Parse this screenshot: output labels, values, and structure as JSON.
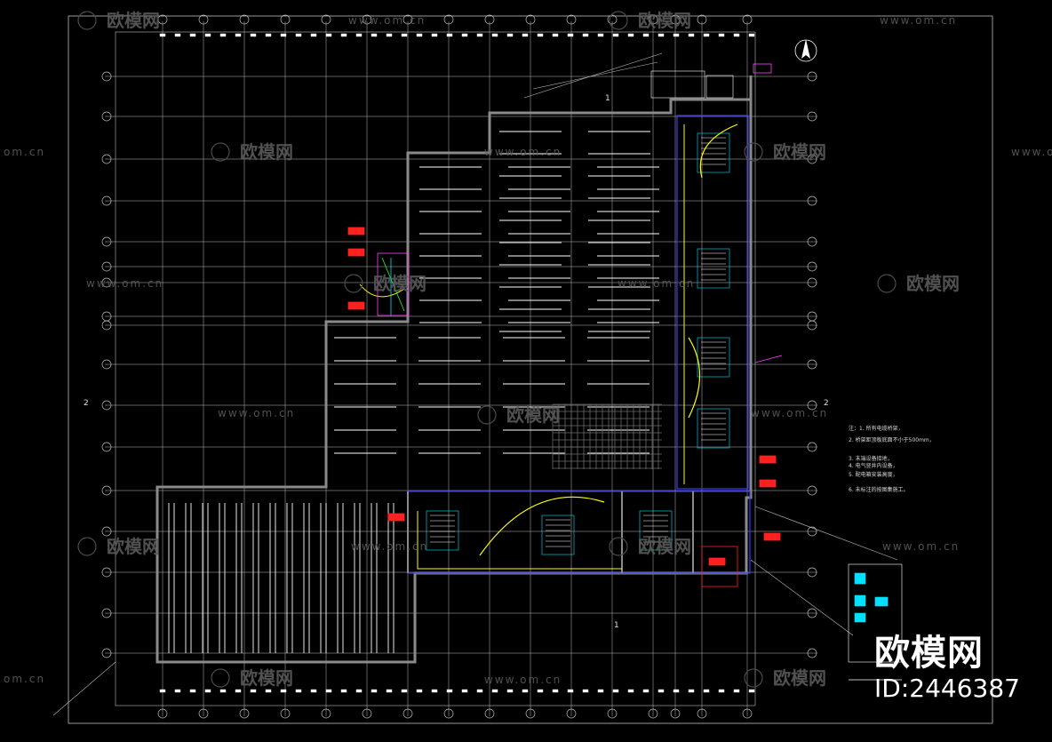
{
  "watermark": {
    "brand_cn": "欧模网",
    "url": "www.om.cn",
    "url_partial": "om.cn"
  },
  "branding": {
    "name": "欧模网",
    "id_label": "ID:2446387"
  },
  "section_marks": {
    "s1_top": "1",
    "s1_bottom": "1",
    "s2_left": "2",
    "s2_right": "2"
  },
  "notes": {
    "lines": [
      "注：1. 所有电缆桥架，",
      "2. 桥架距顶板底面不小于500mm，",
      "3. 末端设备接地，",
      "4. 电气竖井内设备，",
      "5. 配电箱安装高度，",
      "6. 未标注的按图集施工。"
    ]
  },
  "colors": {
    "grid": "#bdbdbd",
    "wall": "#8a8a8a",
    "blue": "#3a3aff",
    "yellow": "#ffff00",
    "cyan": "#00e0ff",
    "red": "#ff2020",
    "magenta": "#ff40ff",
    "green": "#20ff40",
    "white": "#ffffff"
  }
}
